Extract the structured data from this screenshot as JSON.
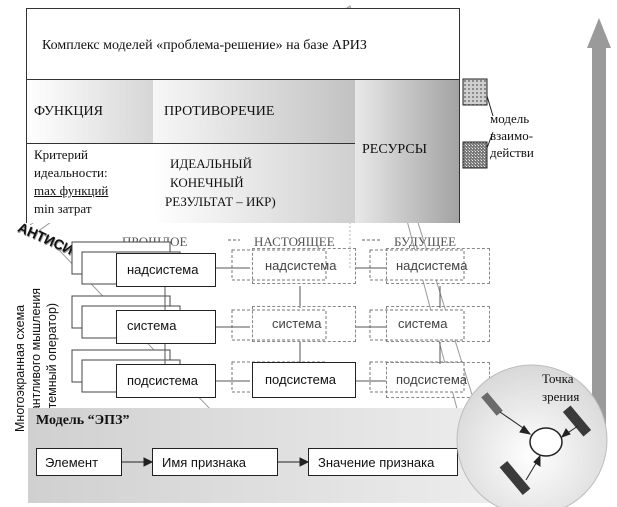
{
  "complex": {
    "title": "Комплекс моделей «проблема-решение» на базе АРИЗ"
  },
  "function_cell": {
    "title": "ФУНКЦИЯ",
    "criterion_lines": [
      "Критерий",
      "идеальности:",
      "max функций",
      "min затрат"
    ]
  },
  "contradiction_cell": {
    "title": "ПРОТИВОРЕЧИЕ",
    "ideal_lines": [
      "ИДЕАЛЬНЫЙ",
      "КОНЕЧНЫЙ",
      "РЕЗУЛЬТАТ – ИКР)"
    ]
  },
  "resources_cell": {
    "title": "РЕСУРСЫ"
  },
  "interaction_model": {
    "lines": [
      "модель",
      "взаимо-",
      "действи"
    ]
  },
  "antisystem": {
    "label": "АНТИСИСТЕМА"
  },
  "time_headers": [
    "ПРОШЛОЕ",
    "НАСТОЯЩЕЕ",
    "БУДУЩЕЕ"
  ],
  "levels": [
    "надсистема",
    "система",
    "подсистема"
  ],
  "side_caption": {
    "lines": [
      "Многоэкранная схема",
      "талантливого мышления",
      "(системный оператор)"
    ]
  },
  "viewpoint": {
    "lines": [
      "Точка",
      "зрения"
    ]
  },
  "epz_model": {
    "title": "Модель “ЭПЗ”",
    "items": [
      "Элемент",
      "Имя признака",
      "Значение признака"
    ]
  },
  "colors": {
    "arrow_fill": "#9a9a9a",
    "cell_gray_dark": "#b8b8b8",
    "cell_gray_light": "#e0e0e0",
    "bottom_band": "#d4d4d4",
    "dashed": "#888888"
  }
}
